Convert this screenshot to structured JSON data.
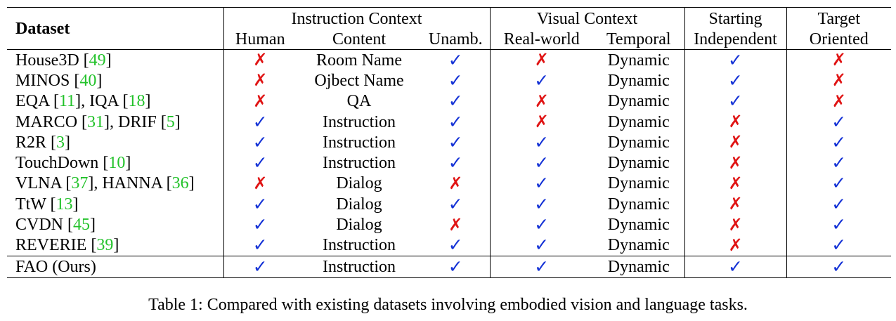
{
  "table": {
    "group_headers": {
      "dataset": "Dataset",
      "instruction_context": "Instruction Context",
      "visual_context": "Visual Context",
      "starting_line1": "Starting",
      "target_line1": "Target"
    },
    "sub_headers": {
      "human": "Human",
      "content": "Content",
      "unamb": "Unamb.",
      "real_world": "Real-world",
      "temporal": "Temporal",
      "starting_line2": "Independent",
      "target_line2": "Oriented"
    },
    "symbols": {
      "yes": "✓",
      "no": "✗"
    },
    "rows": [
      {
        "name_parts": [
          [
            "House3D ",
            ""
          ],
          [
            "[",
            ""
          ],
          [
            "49",
            "ref"
          ],
          [
            "]",
            ""
          ]
        ],
        "label": "House3D [49]",
        "human": false,
        "content": "Room Name",
        "unamb": true,
        "real_world": false,
        "temporal": "Dynamic",
        "starting_independent": true,
        "target_oriented": false
      },
      {
        "name_parts": [
          [
            "MINOS ",
            ""
          ],
          [
            "[",
            ""
          ],
          [
            "40",
            "ref"
          ],
          [
            "]",
            ""
          ]
        ],
        "label": "MINOS [40]",
        "human": false,
        "content": "Ojbect Name",
        "unamb": true,
        "real_world": true,
        "temporal": "Dynamic",
        "starting_independent": true,
        "target_oriented": false
      },
      {
        "name_parts": [
          [
            "EQA ",
            ""
          ],
          [
            "[",
            ""
          ],
          [
            "11",
            "ref"
          ],
          [
            "], IQA ",
            ""
          ],
          [
            "[",
            ""
          ],
          [
            "18",
            "ref"
          ],
          [
            "]",
            ""
          ]
        ],
        "label": "EQA [11], IQA [18]",
        "human": false,
        "content": "QA",
        "unamb": true,
        "real_world": false,
        "temporal": "Dynamic",
        "starting_independent": true,
        "target_oriented": false
      },
      {
        "name_parts": [
          [
            "MARCO ",
            ""
          ],
          [
            "[",
            ""
          ],
          [
            "31",
            "ref"
          ],
          [
            "], DRIF ",
            ""
          ],
          [
            "[",
            ""
          ],
          [
            "5",
            "ref"
          ],
          [
            "]",
            ""
          ]
        ],
        "label": "MARCO [31], DRIF [5]",
        "human": true,
        "content": "Instruction",
        "unamb": true,
        "real_world": false,
        "temporal": "Dynamic",
        "starting_independent": false,
        "target_oriented": true
      },
      {
        "name_parts": [
          [
            "R2R ",
            ""
          ],
          [
            "[",
            ""
          ],
          [
            "3",
            "ref"
          ],
          [
            "]",
            ""
          ]
        ],
        "label": "R2R [3]",
        "human": true,
        "content": "Instruction",
        "unamb": true,
        "real_world": true,
        "temporal": "Dynamic",
        "starting_independent": false,
        "target_oriented": true
      },
      {
        "name_parts": [
          [
            "TouchDown ",
            ""
          ],
          [
            "[",
            ""
          ],
          [
            "10",
            "ref"
          ],
          [
            "]",
            ""
          ]
        ],
        "label": "TouchDown [10]",
        "human": true,
        "content": "Instruction",
        "unamb": true,
        "real_world": true,
        "temporal": "Dynamic",
        "starting_independent": false,
        "target_oriented": true
      },
      {
        "name_parts": [
          [
            "VLNA ",
            ""
          ],
          [
            "[",
            ""
          ],
          [
            "37",
            "ref"
          ],
          [
            "], HANNA ",
            ""
          ],
          [
            "[",
            ""
          ],
          [
            "36",
            "ref"
          ],
          [
            "]",
            ""
          ]
        ],
        "label": "VLNA [37], HANNA [36]",
        "human": false,
        "content": "Dialog",
        "unamb": false,
        "real_world": true,
        "temporal": "Dynamic",
        "starting_independent": false,
        "target_oriented": true
      },
      {
        "name_parts": [
          [
            "TtW ",
            ""
          ],
          [
            "[",
            ""
          ],
          [
            "13",
            "ref"
          ],
          [
            "]",
            ""
          ]
        ],
        "label": "TtW [13]",
        "human": true,
        "content": "Dialog",
        "unamb": true,
        "real_world": true,
        "temporal": "Dynamic",
        "starting_independent": false,
        "target_oriented": true
      },
      {
        "name_parts": [
          [
            "CVDN ",
            ""
          ],
          [
            "[",
            ""
          ],
          [
            "45",
            "ref"
          ],
          [
            "]",
            ""
          ]
        ],
        "label": "CVDN [45]",
        "human": true,
        "content": "Dialog",
        "unamb": false,
        "real_world": true,
        "temporal": "Dynamic",
        "starting_independent": false,
        "target_oriented": true
      },
      {
        "name_parts": [
          [
            "REVERIE ",
            ""
          ],
          [
            "[",
            ""
          ],
          [
            "39",
            "ref"
          ],
          [
            "]",
            ""
          ]
        ],
        "label": "REVERIE [39]",
        "human": true,
        "content": "Instruction",
        "unamb": true,
        "real_world": true,
        "temporal": "Dynamic",
        "starting_independent": false,
        "target_oriented": true
      }
    ],
    "ours": {
      "name_parts": [
        [
          "FAO (Ours)",
          ""
        ]
      ],
      "label": "FAO (Ours)",
      "human": true,
      "content": "Instruction",
      "unamb": true,
      "real_world": true,
      "temporal": "Dynamic",
      "starting_independent": true,
      "target_oriented": true
    }
  },
  "caption": "Table 1: Compared with existing datasets involving embodied vision and language tasks.",
  "colors": {
    "check": "#1432d6",
    "cross": "#e01414",
    "citation": "#22c22a"
  }
}
